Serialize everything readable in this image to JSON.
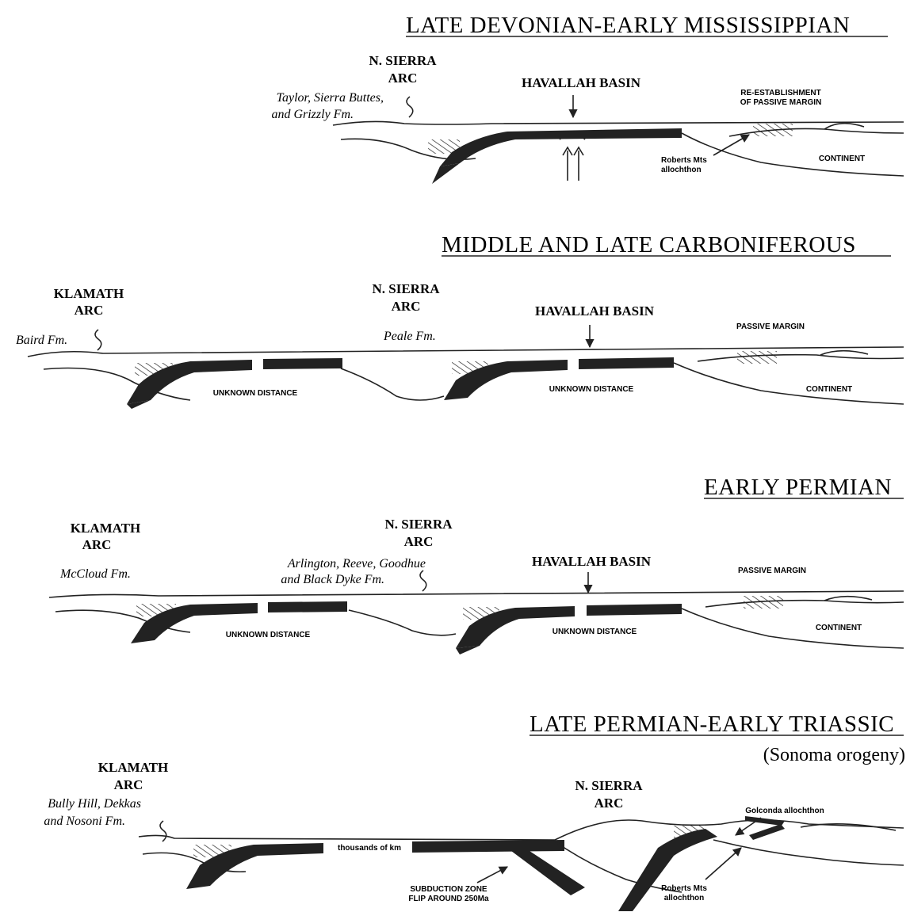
{
  "panels": [
    {
      "title": "LATE DEVONIAN-EARLY MISSISSIPPIAN",
      "labels": {
        "n_sierra": "N. SIERRA",
        "arc": "ARC",
        "formations": [
          "Taylor, Sierra Buttes,",
          "and Grizzly Fm."
        ],
        "basin": "HAVALLAH BASIN",
        "margin": [
          "RE-ESTABLISHMENT",
          "OF PASSIVE MARGIN"
        ],
        "allochthon": [
          "Roberts Mts",
          "allochthon"
        ],
        "continent": "CONTINENT"
      }
    },
    {
      "title": "MIDDLE AND LATE CARBONIFEROUS",
      "labels": {
        "klamath": "KLAMATH",
        "arc": "ARC",
        "klamath_fm": "Baird Fm.",
        "n_sierra": "N. SIERRA",
        "sierra_fm": "Peale Fm.",
        "basin": "HAVALLAH BASIN",
        "margin": "PASSIVE MARGIN",
        "distance": "UNKNOWN DISTANCE",
        "continent": "CONTINENT"
      }
    },
    {
      "title": "EARLY PERMIAN",
      "labels": {
        "klamath": "KLAMATH",
        "arc": "ARC",
        "klamath_fm": "McCloud Fm.",
        "n_sierra": "N. SIERRA",
        "sierra_fm": [
          "Arlington, Reeve, Goodhue",
          "and Black Dyke Fm."
        ],
        "basin": "HAVALLAH BASIN",
        "margin": "PASSIVE MARGIN",
        "distance": "UNKNOWN DISTANCE",
        "continent": "CONTINENT"
      }
    },
    {
      "title": "LATE PERMIAN-EARLY TRIASSIC",
      "subtitle": "(Sonoma orogeny)",
      "labels": {
        "klamath": "KLAMATH",
        "arc": "ARC",
        "klamath_fm": [
          "Bully Hill, Dekkas",
          "and Nosoni Fm."
        ],
        "n_sierra": "N. SIERRA",
        "distance": "thousands of km",
        "subduction": [
          "SUBDUCTION ZONE",
          "FLIP AROUND 250Ma"
        ],
        "golconda": "Golconda allochthon",
        "allochthon": [
          "Roberts Mts",
          "allochthon"
        ]
      }
    }
  ]
}
